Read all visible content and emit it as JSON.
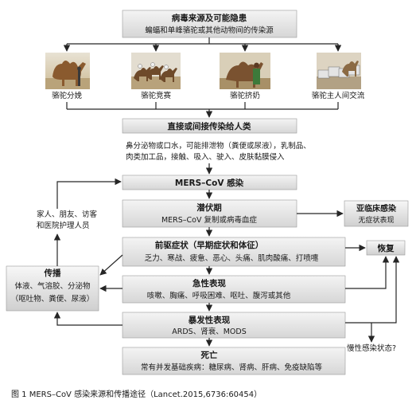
{
  "source": {
    "title": "病毒来源及可能隐患",
    "subtitle": "蝙蝠和单峰骆驼或其他动物间的传染源"
  },
  "photos": [
    {
      "label": "骆驼分娩"
    },
    {
      "label": "骆驼竞赛"
    },
    {
      "label": "骆驼挤奶"
    },
    {
      "label": "骆驼主人间交流"
    }
  ],
  "transmission": {
    "title": "直接或间接传染给人类",
    "text_line1": "鼻分泌物或口水，可能排泄物（粪便或尿液），乳制品、",
    "text_line2": "肉类加工品，接触、吸入、驶入、皮肤黏膜侵入"
  },
  "infection": {
    "title": "MERS–CoV 感染"
  },
  "incubation": {
    "title": "潜伏期",
    "subtitle": "MERS–CoV 复制或病毒血症"
  },
  "subclinical": {
    "title": "亚临床感染",
    "subtitle": "无症状表现"
  },
  "prodromal": {
    "title": "前驱症状（早期症状和体征）",
    "subtitle": "乏力、寒战、疲惫、恶心、头痛、肌肉酸痛、打喷嚏"
  },
  "recovery": {
    "title": "恢复"
  },
  "acute": {
    "title": "急性表现",
    "subtitle": "咳嗽、胸痛、呼吸困难、呕吐、腹泻或其他"
  },
  "fulminant": {
    "title": "暴发性表现",
    "subtitle": "ARDS、肾衰、MODS"
  },
  "death": {
    "title": "死亡",
    "subtitle": "常有并发基础疾病：糖尿病、肾病、肝病、免疫缺陷等"
  },
  "chronic": {
    "label": "慢性感染状态?"
  },
  "contacts": {
    "line1": "家人、朋友、访客",
    "line2": "和医院护理人员"
  },
  "spread": {
    "title": "传播",
    "line1": "体液、气溶胶、分泌物",
    "line2": "（呕吐物、粪便、尿液）"
  },
  "caption": "图 1  MERS–CoV 感染来源和传播途径（Lancet.2015,6736:60454）",
  "colors": {
    "box_light": "#ececec",
    "box_dark": "#cfcfcf",
    "arrow": "#262626"
  }
}
